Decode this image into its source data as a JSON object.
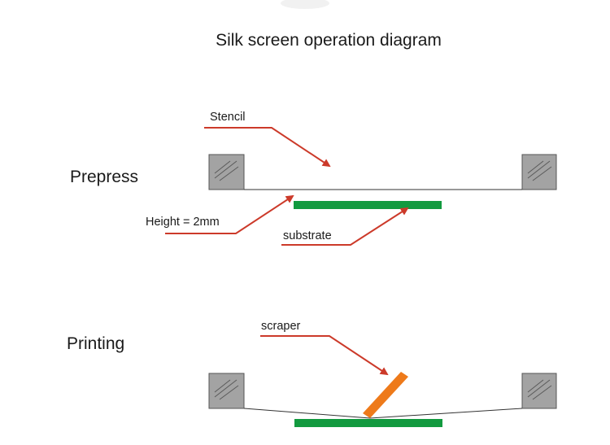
{
  "title": "Silk screen operation diagram",
  "sections": {
    "prepress": {
      "label": "Prepress",
      "callouts": {
        "stencil": "Stencil",
        "height": "Height = 2mm",
        "substrate": "substrate"
      }
    },
    "printing": {
      "label": "Printing",
      "callouts": {
        "scraper": "scraper"
      }
    }
  },
  "colors": {
    "arrow": "#cc3a2a",
    "substrate": "#129a3f",
    "scraper": "#ee7a1a",
    "frame": "#a3a3a3"
  }
}
